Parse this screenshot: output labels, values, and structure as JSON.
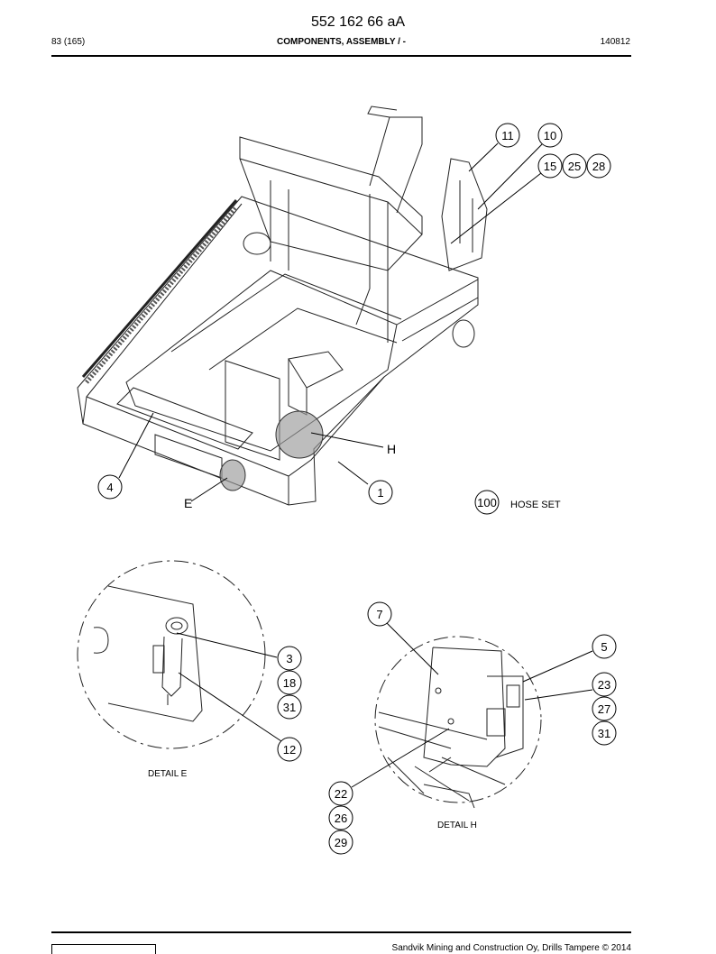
{
  "header": {
    "doc_number": "552 162 66 aA",
    "page": "83 (165)",
    "section_title": "COMPONENTS, ASSEMBLY / -",
    "date_code": "140812"
  },
  "callouts": {
    "c1": "1",
    "c3": "3",
    "c4": "4",
    "c5": "5",
    "c7": "7",
    "c10": "10",
    "c11": "11",
    "c12": "12",
    "c15": "15",
    "c18": "18",
    "c22": "22",
    "c23": "23",
    "c25": "25",
    "c26": "26",
    "c27": "27",
    "c28": "28",
    "c29": "29",
    "c31a": "31",
    "c31b": "31",
    "c100": "100"
  },
  "labels": {
    "detail_e_marker": "E",
    "detail_h_marker": "H",
    "hose_set": "HOSE SET",
    "detail_e_caption": "DETAIL E",
    "detail_h_caption": "DETAIL H"
  },
  "footer": {
    "copyright": "Sandvik Mining and Construction Oy, Drills Tampere © 2014"
  }
}
